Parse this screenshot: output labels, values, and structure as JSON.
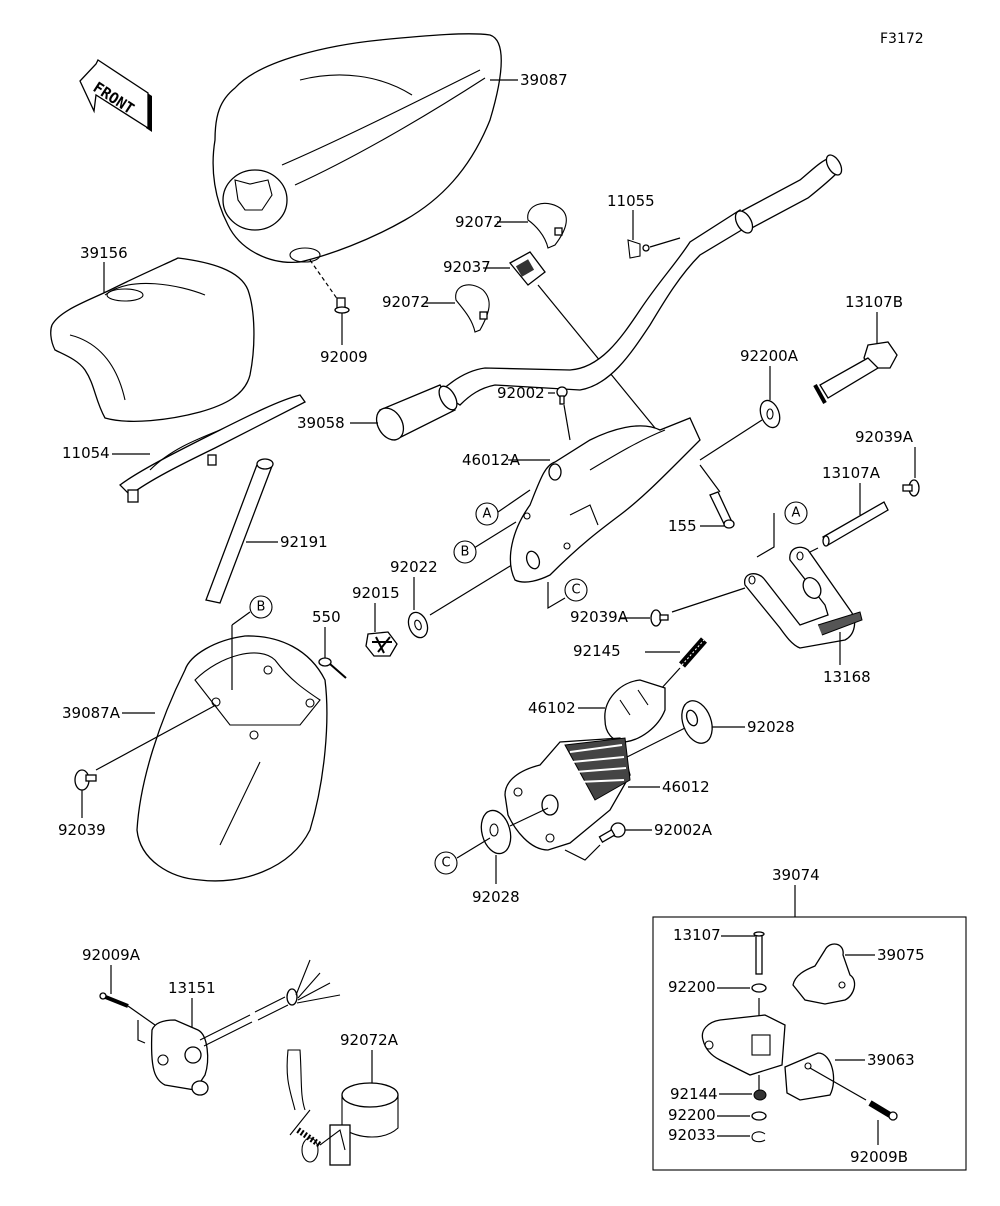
{
  "diagram": {
    "figure_code": "F3172",
    "orientation_label": "FRONT",
    "reference_markers": [
      "A",
      "B",
      "C"
    ],
    "parts": [
      {
        "id": "39087",
        "desc": "upper handle cover"
      },
      {
        "id": "39156",
        "desc": "pad cover"
      },
      {
        "id": "11054",
        "desc": "bracket"
      },
      {
        "id": "92009",
        "desc": "screw"
      },
      {
        "id": "92072",
        "desc": "band (upper)"
      },
      {
        "id": "92072",
        "desc": "band (lower)"
      },
      {
        "id": "92037",
        "desc": "clamp"
      },
      {
        "id": "11055",
        "desc": "clip"
      },
      {
        "id": "39058",
        "desc": "handlebar with grips"
      },
      {
        "id": "13107B",
        "desc": "bolt"
      },
      {
        "id": "92200A",
        "desc": "washer"
      },
      {
        "id": "92002",
        "desc": "bolt"
      },
      {
        "id": "46012A",
        "desc": "holder"
      },
      {
        "id": "155",
        "desc": "pin"
      },
      {
        "id": "92039A",
        "desc": "rivet (upper)"
      },
      {
        "id": "13107A",
        "desc": "shaft"
      },
      {
        "id": "92191",
        "desc": "tube"
      },
      {
        "id": "92022",
        "desc": "washer"
      },
      {
        "id": "92015",
        "desc": "nut"
      },
      {
        "id": "550",
        "desc": "cotter pin"
      },
      {
        "id": "92039A",
        "desc": "rivet (lower)"
      },
      {
        "id": "13168",
        "desc": "throttle lever"
      },
      {
        "id": "92145",
        "desc": "spring"
      },
      {
        "id": "39087A",
        "desc": "lower cover"
      },
      {
        "id": "46102",
        "desc": "holder"
      },
      {
        "id": "92028",
        "desc": "washer (right)"
      },
      {
        "id": "46012",
        "desc": "steering holder"
      },
      {
        "id": "92002A",
        "desc": "bolt"
      },
      {
        "id": "92039",
        "desc": "rivet"
      },
      {
        "id": "92028",
        "desc": "washer (bottom)"
      },
      {
        "id": "39074",
        "desc": "lever assy"
      },
      {
        "id": "13107",
        "desc": "pin"
      },
      {
        "id": "39075",
        "desc": "lever"
      },
      {
        "id": "92200",
        "desc": "washer"
      },
      {
        "id": "39063",
        "desc": "cover"
      },
      {
        "id": "92144",
        "desc": "spring"
      },
      {
        "id": "92200",
        "desc": "washer"
      },
      {
        "id": "92033",
        "desc": "circlip"
      },
      {
        "id": "92009B",
        "desc": "screw"
      },
      {
        "id": "92009A",
        "desc": "screw"
      },
      {
        "id": "13151",
        "desc": "switch assy"
      },
      {
        "id": "92072A",
        "desc": "band with lanyard"
      }
    ]
  }
}
